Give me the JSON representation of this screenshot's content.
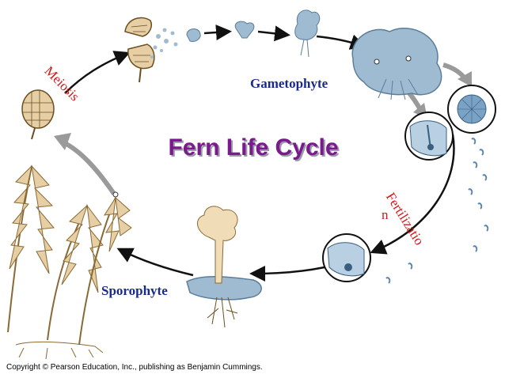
{
  "title": "Fern Life Cycle",
  "labels": {
    "gametophyte": "Gametophyte",
    "sporophyte": "Sporophyte",
    "meiosis": "Meiosis",
    "fertilization_line1": "Fertilizatio",
    "fertilization_line2": "n"
  },
  "copyright": "Copyright © Pearson Education, Inc., publishing as Benjamin Cummings.",
  "colors": {
    "title": "#7a1a8c",
    "stage_label": "#1a2a8a",
    "process_label": "#d01818",
    "gametophyte_blue": "#9fbbd1",
    "sporangium_tan": "#e6cfa4",
    "gray_arrow": "#9a9a9a"
  }
}
